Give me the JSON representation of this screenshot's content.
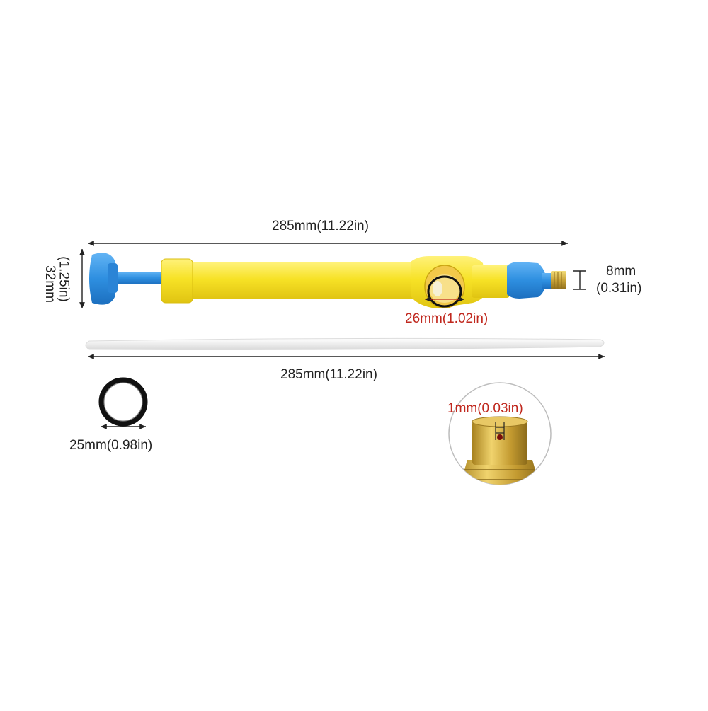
{
  "dimensions": {
    "pump_length": "285mm(11.22in)",
    "hose_length": "285mm(11.22in)",
    "handle_height": "32mm",
    "handle_height_in": "(1.25in)",
    "nozzle_size_mm": "8mm",
    "nozzle_size_in": "(0.31in)",
    "chamber_diameter": "26mm(1.02in)",
    "oring_diameter": "25mm(0.98in)",
    "nozzle_hole": "1mm(0.03in)"
  },
  "colors": {
    "pump_body": "#f7e226",
    "handle": "#2e8fe0",
    "brass": "#c9a43a",
    "hose": "#eeeeee",
    "oring": "#111111",
    "highlight_label": "#c0281e",
    "text": "#222222"
  },
  "icons": {
    "pump": "hand-pump-sprayer-icon",
    "oring": "o-ring-icon",
    "nozzle": "brass-nozzle-icon"
  }
}
